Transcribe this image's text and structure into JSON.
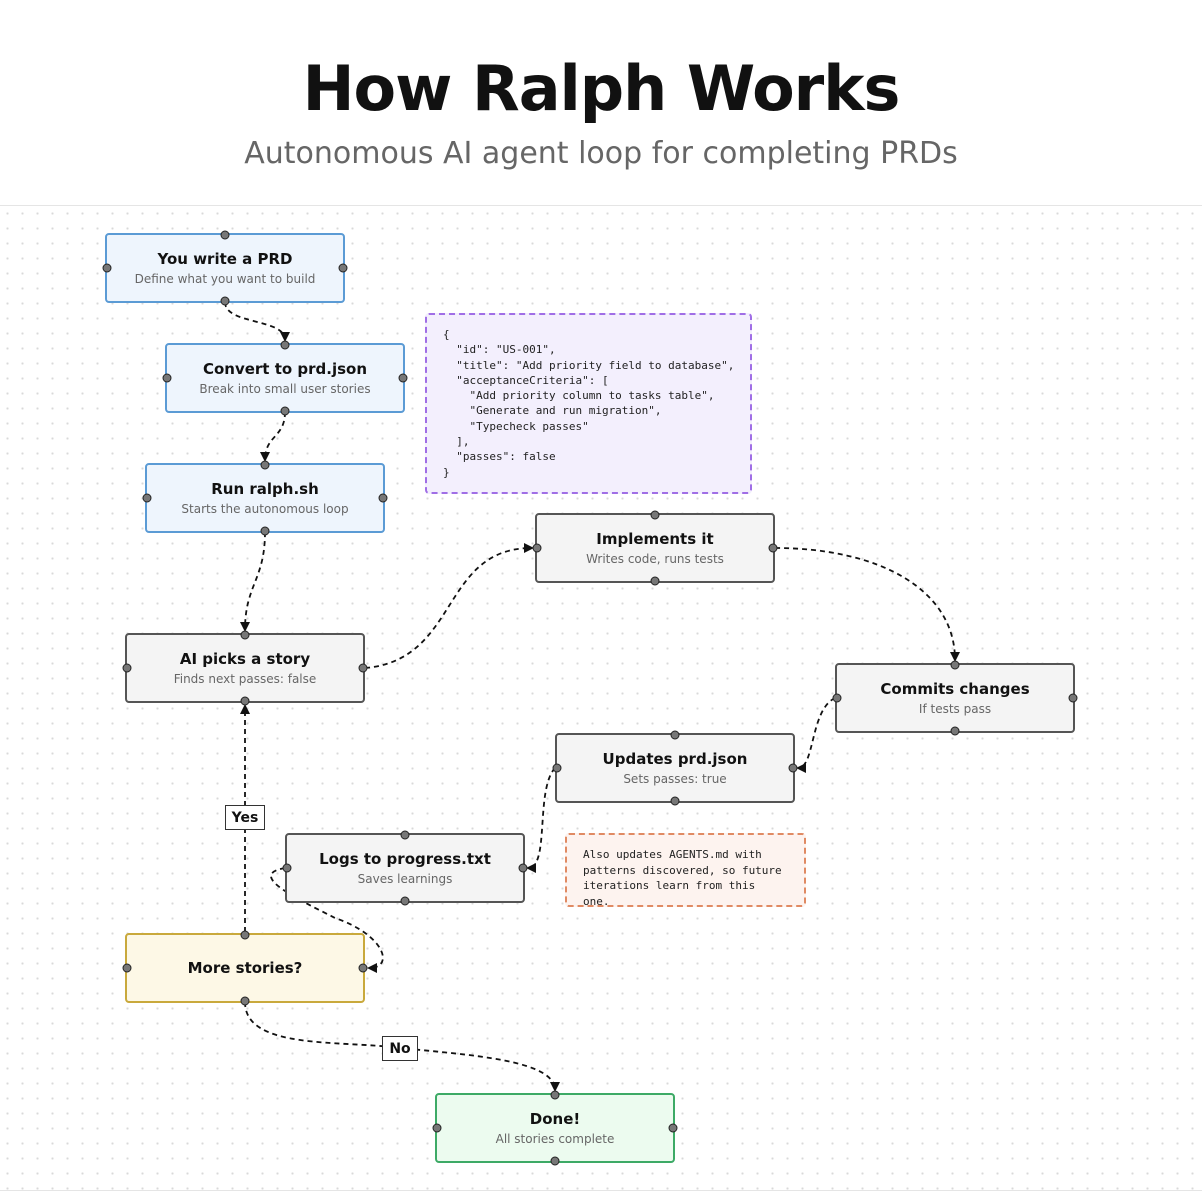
{
  "header": {
    "title": "How Ralph Works",
    "subtitle": "Autonomous AI agent loop for completing PRDs"
  },
  "nodes": {
    "write_prd": {
      "title": "You write a PRD",
      "subtitle": "Define what you want to build"
    },
    "convert": {
      "title": "Convert to prd.json",
      "subtitle": "Break into small user stories"
    },
    "run": {
      "title": "Run ralph.sh",
      "subtitle": "Starts the autonomous loop"
    },
    "pick": {
      "title": "AI picks a story",
      "subtitle": "Finds next passes: false"
    },
    "implement": {
      "title": "Implements it",
      "subtitle": "Writes code, runs tests"
    },
    "commit": {
      "title": "Commits changes",
      "subtitle": "If tests pass"
    },
    "update": {
      "title": "Updates prd.json",
      "subtitle": "Sets passes: true"
    },
    "log": {
      "title": "Logs to progress.txt",
      "subtitle": "Saves learnings"
    },
    "more": {
      "title": "More stories?"
    },
    "done": {
      "title": "Done!",
      "subtitle": "All stories complete"
    }
  },
  "notes": {
    "json_example": "{\n  \"id\": \"US-001\",\n  \"title\": \"Add priority field to database\",\n  \"acceptanceCriteria\": [\n    \"Add priority column to tasks table\",\n    \"Generate and run migration\",\n    \"Typecheck passes\"\n  ],\n  \"passes\": false\n}",
    "agents": "Also updates AGENTS.md with patterns discovered, so future iterations learn from this one."
  },
  "edge_labels": {
    "yes": "Yes",
    "no": "No"
  },
  "colors": {
    "default_border": "#555555",
    "blue_border": "#5b9bd5",
    "yellow_border": "#c9a93c",
    "green_border": "#3daa66",
    "json_note_border": "#a06ee6",
    "agents_note_border": "#e08a63"
  }
}
